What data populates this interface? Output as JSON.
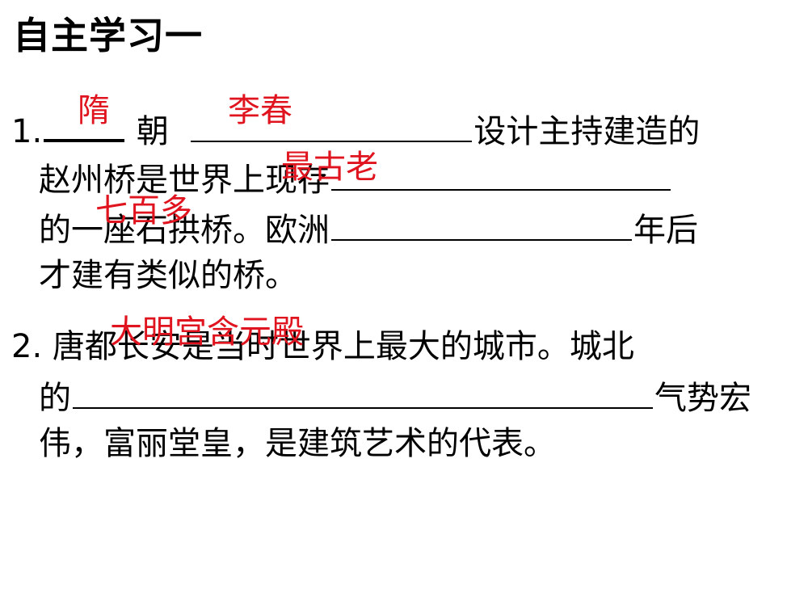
{
  "title": "自主学习一",
  "q1": {
    "number": "1.",
    "t1": "朝",
    "t2": "设计主持建造的",
    "t3": "赵州桥是世界上现存",
    "t4": "的一座石拱桥。欧洲",
    "t5": "年后",
    "t6": "才建有类似的桥。"
  },
  "q2": {
    "number": "2.",
    "t1": "唐都长安是当时世界上最大的城市。城北",
    "t2": "的",
    "t3": "气势宏",
    "t4": "伟，富丽堂皇，是建筑艺术的代表。"
  },
  "answers": {
    "a1": "隋",
    "a2": "李春",
    "a3": "最古老",
    "a4": "七百多",
    "a5": "大明宫含元殿"
  },
  "colors": {
    "answer": "#e0141e",
    "text": "#000000",
    "background": "#ffffff"
  }
}
